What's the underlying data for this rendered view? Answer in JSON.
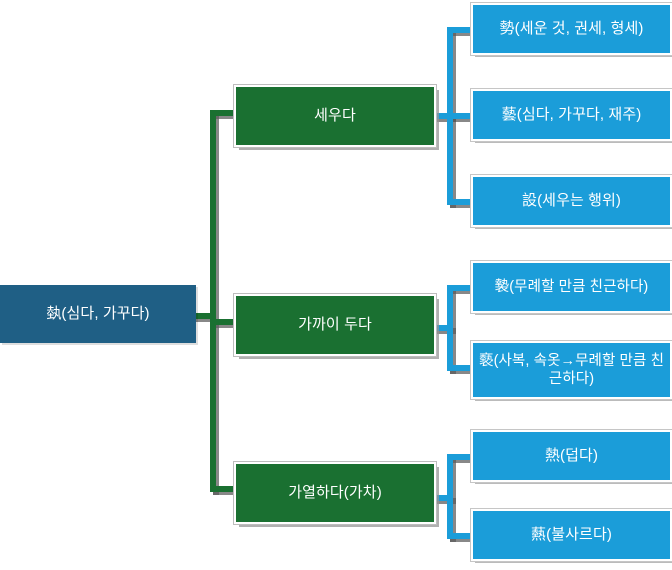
{
  "diagram": {
    "type": "hierarchy-tree",
    "title": "",
    "orientation": "left-to-right",
    "colors": {
      "root": "#1f5f85",
      "branch": "#1a7031",
      "leaf": "#1b9dd9",
      "node_border": "#ffffff",
      "shadow": "#969696",
      "text": "#ffffff",
      "background": "#ffffff"
    },
    "root": {
      "label": "埶(심다, 가꾸다)"
    },
    "branches": [
      {
        "label": "세우다",
        "leaves": [
          {
            "label": "勢(세운 것, 권세, 형세)"
          },
          {
            "label": "藝(심다, 가꾸다, 재주)"
          },
          {
            "label": "設(세우는 행위)"
          }
        ]
      },
      {
        "label": "가까이 두다",
        "leaves": [
          {
            "label": "褺(무례할 만큼 친근하다)"
          },
          {
            "label": "褻(사복, 속옷→무례할 만큼 친근하다)"
          }
        ]
      },
      {
        "label": "가열하다(가차)",
        "leaves": [
          {
            "label": "熱(덥다)"
          },
          {
            "label": "爇(불사르다)"
          }
        ]
      }
    ]
  }
}
